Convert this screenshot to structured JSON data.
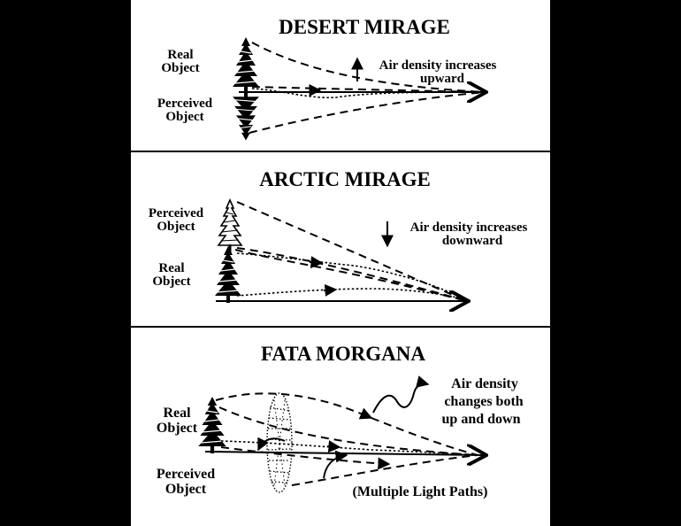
{
  "panels": [
    {
      "title": "DESERT MIRAGE",
      "real_label": [
        "Real",
        "Object"
      ],
      "perceived_label": [
        "Perceived",
        "Object"
      ],
      "note": [
        "Air density increases",
        "upward"
      ]
    },
    {
      "title": "ARCTIC MIRAGE",
      "perceived_label": [
        "Perceived",
        "Object"
      ],
      "real_label": [
        "Real",
        "Object"
      ],
      "note": [
        "Air density increases",
        "downward"
      ]
    },
    {
      "title": "FATA MORGANA",
      "real_label": [
        "Real",
        "Object"
      ],
      "perceived_label": [
        "Perceived",
        "Object"
      ],
      "note": [
        "Air density",
        "changes both",
        "up and down"
      ],
      "paths_label": "(Multiple Light Paths)"
    }
  ]
}
